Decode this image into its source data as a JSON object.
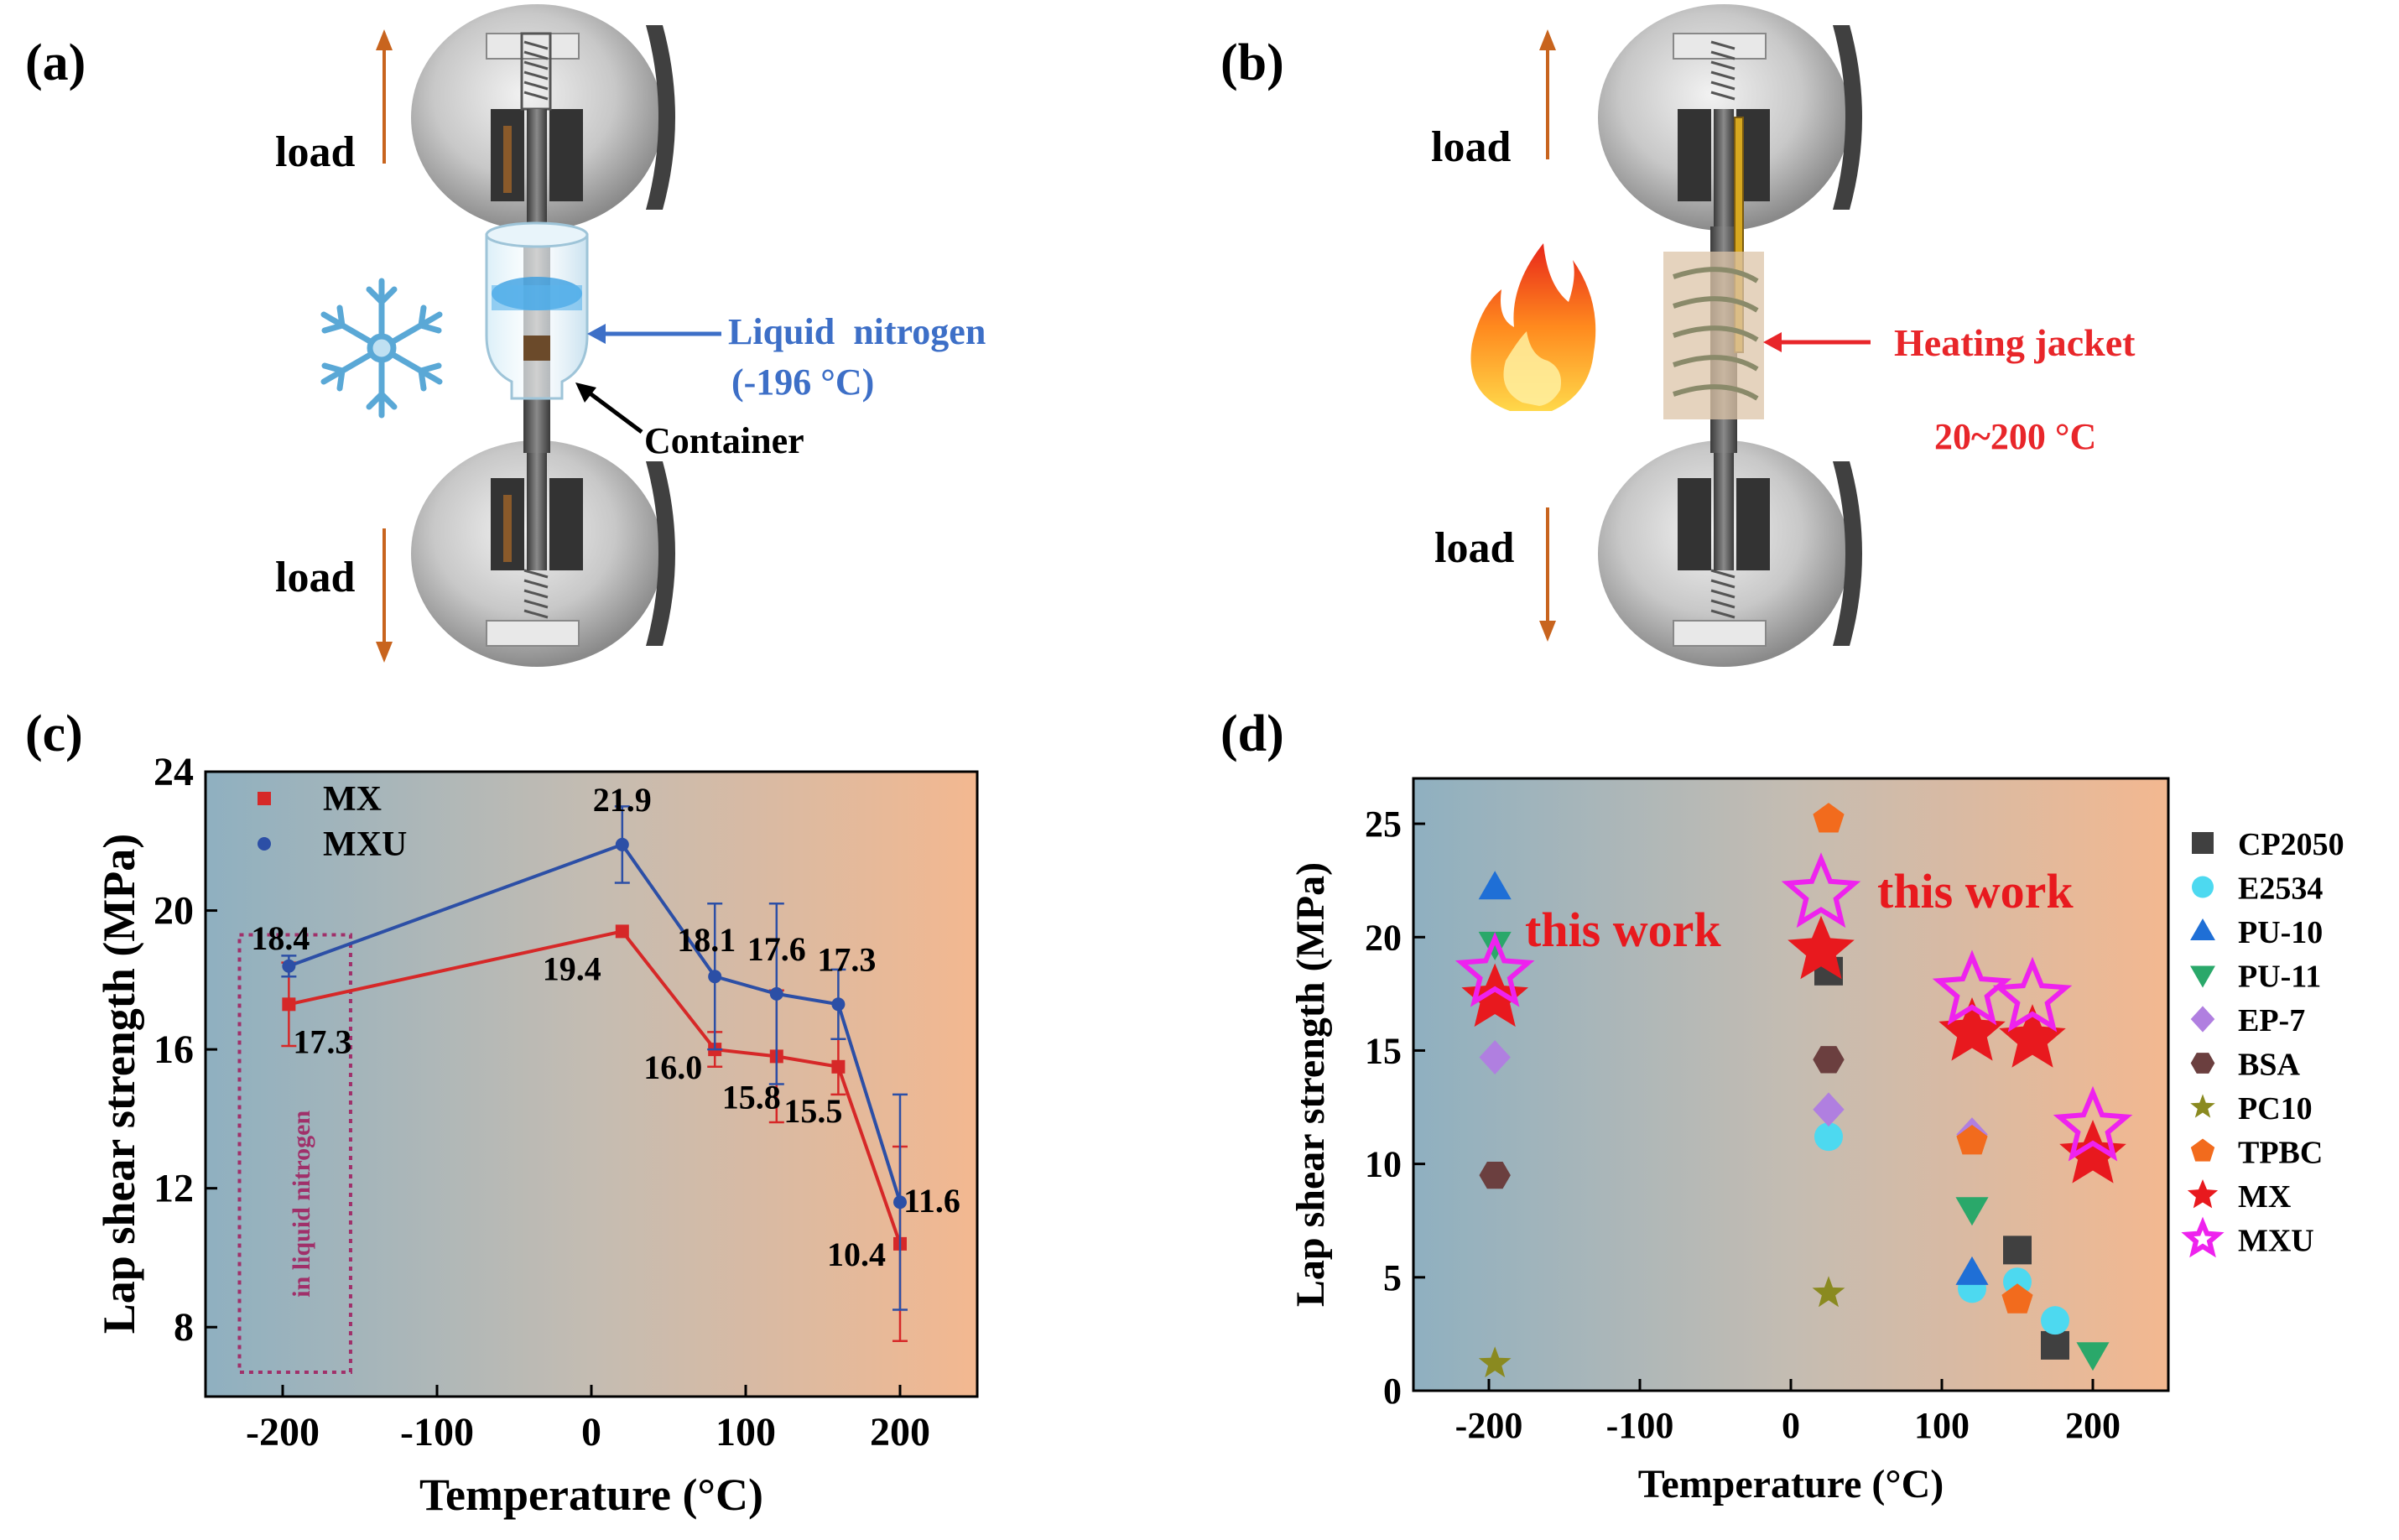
{
  "panel_a": {
    "label": "(a)",
    "load_top": "load",
    "load_bottom": "load",
    "nitrogen_label": "Liquid  nitrogen",
    "nitrogen_temp": "(-196 °C)",
    "container_label": "Container",
    "colors": {
      "arrow": "#c8641e",
      "nitrogen_text": "#3d6fc7",
      "container_text": "#000000"
    }
  },
  "panel_b": {
    "label": "(b)",
    "load_top": "load",
    "load_bottom": "load",
    "jacket_label": "Heating jacket",
    "jacket_temp": "20~200 °C",
    "colors": {
      "arrow": "#c8641e",
      "jacket_text": "#e8262a"
    }
  },
  "chart_data": [
    {
      "panel": "(c)",
      "type": "line",
      "xlabel": "Temperature (°C)",
      "ylabel": "Lap shear strength (MPa)",
      "xlim": [
        -250,
        250
      ],
      "ylim": [
        6,
        24
      ],
      "xticks": [
        -200,
        -100,
        0,
        100,
        200
      ],
      "yticks": [
        8,
        12,
        16,
        20,
        24
      ],
      "legend_position": "top-left",
      "box_label": "in liquid nitrogen",
      "series": [
        {
          "name": "MX",
          "color": "#d62828",
          "marker": "square",
          "points": [
            {
              "x": -196,
              "y": 17.3,
              "err": 1.2,
              "label": "17.3"
            },
            {
              "x": 20,
              "y": 19.4,
              "err": 0.0,
              "label": "19.4"
            },
            {
              "x": 80,
              "y": 16.0,
              "err": 0.5,
              "label": "16.0"
            },
            {
              "x": 120,
              "y": 15.8,
              "err": 1.9,
              "label": "15.8"
            },
            {
              "x": 160,
              "y": 15.5,
              "err": 0.8,
              "label": "15.5"
            },
            {
              "x": 200,
              "y": 10.4,
              "err": 2.8,
              "label": "10.4"
            }
          ]
        },
        {
          "name": "MXU",
          "color": "#2c4fa6",
          "marker": "circle",
          "points": [
            {
              "x": -196,
              "y": 18.4,
              "err": 0.3,
              "label": "18.4"
            },
            {
              "x": 20,
              "y": 21.9,
              "err": 1.1,
              "label": "21.9"
            },
            {
              "x": 80,
              "y": 18.1,
              "err": 2.1,
              "label": "18.1"
            },
            {
              "x": 120,
              "y": 17.6,
              "err": 2.6,
              "label": "17.6"
            },
            {
              "x": 160,
              "y": 17.3,
              "err": 1.0,
              "label": "17.3"
            },
            {
              "x": 200,
              "y": 11.6,
              "err": 3.1,
              "label": "11.6"
            }
          ]
        }
      ]
    },
    {
      "panel": "(d)",
      "type": "scatter",
      "xlabel": "Temperature (°C)",
      "ylabel": "Lap shear strength (MPa)",
      "xlim": [
        -250,
        250
      ],
      "ylim": [
        0,
        27
      ],
      "xticks": [
        -200,
        -100,
        0,
        100,
        200
      ],
      "yticks": [
        0,
        5,
        10,
        15,
        20,
        25
      ],
      "legend_position": "right",
      "annotation": "this work",
      "series": [
        {
          "name": "CP2050",
          "color": "#404040",
          "marker": "square",
          "x": [
            25,
            150,
            175
          ],
          "y": [
            18.5,
            6.2,
            2.0
          ]
        },
        {
          "name": "E2534",
          "color": "#4dd9f0",
          "marker": "circle",
          "x": [
            25,
            120,
            150,
            175
          ],
          "y": [
            11.2,
            4.5,
            4.8,
            3.1
          ]
        },
        {
          "name": "PU-10",
          "color": "#1f6fd6",
          "marker": "triangle-up",
          "x": [
            -196,
            120
          ],
          "y": [
            22.2,
            5.2
          ]
        },
        {
          "name": "PU-11",
          "color": "#2aa86a",
          "marker": "triangle-down",
          "x": [
            -196,
            120,
            200
          ],
          "y": [
            19.7,
            8.0,
            1.6
          ]
        },
        {
          "name": "EP-7",
          "color": "#b07fe0",
          "marker": "diamond",
          "x": [
            -196,
            25,
            120
          ],
          "y": [
            14.7,
            12.4,
            11.3
          ]
        },
        {
          "name": "BSA",
          "color": "#6b3f3f",
          "marker": "hexagon",
          "x": [
            -196,
            25
          ],
          "y": [
            9.5,
            14.6
          ]
        },
        {
          "name": "PC10",
          "color": "#8a8a20",
          "marker": "star-small",
          "x": [
            -196,
            25
          ],
          "y": [
            1.2,
            4.3
          ]
        },
        {
          "name": "TPBC",
          "color": "#f26b1d",
          "marker": "pentagon",
          "x": [
            25,
            120,
            150
          ],
          "y": [
            25.2,
            11.0,
            4.0
          ]
        },
        {
          "name": "MX",
          "color": "#e8191e",
          "marker": "star-filled",
          "x": [
            -196,
            20,
            120,
            160,
            200
          ],
          "y": [
            17.3,
            19.4,
            15.8,
            15.5,
            10.4
          ]
        },
        {
          "name": "MXU",
          "color": "#ee22ee",
          "marker": "star-open",
          "x": [
            -196,
            20,
            120,
            160,
            200
          ],
          "y": [
            18.4,
            21.9,
            17.6,
            17.3,
            11.6
          ]
        }
      ]
    }
  ]
}
